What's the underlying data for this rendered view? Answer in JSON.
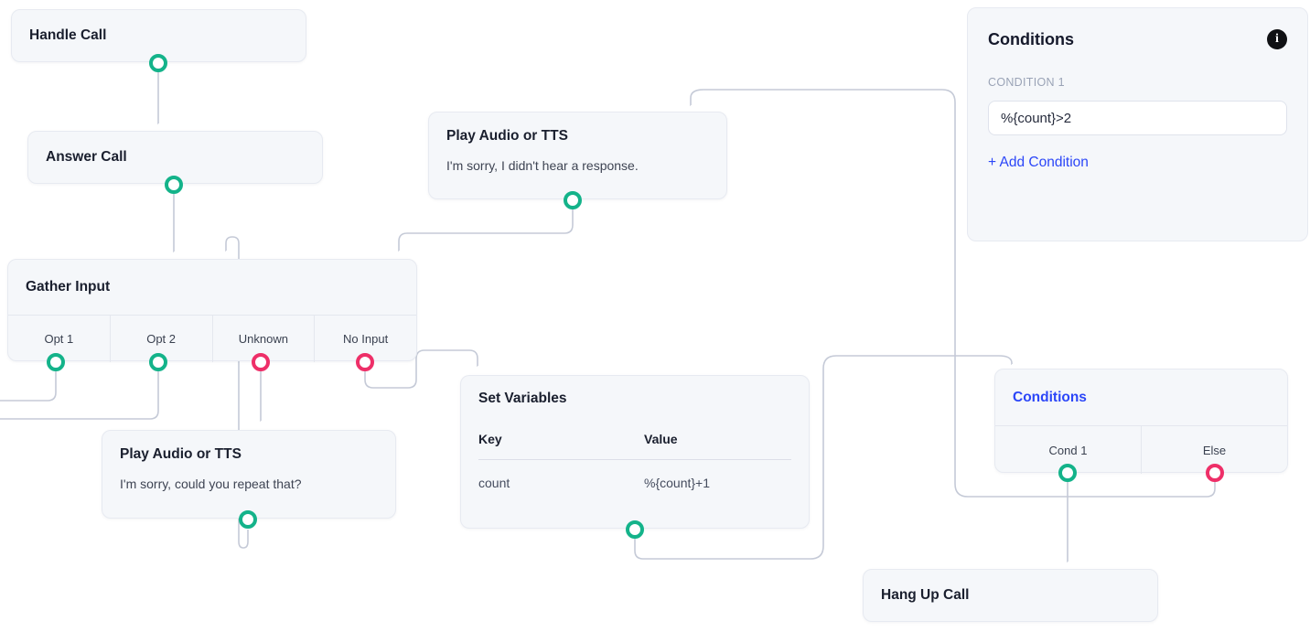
{
  "colors": {
    "accent_green": "#14b38a",
    "accent_pink": "#ee2f68",
    "accent_blue": "#2b46f8",
    "wire": "#c5cad7",
    "node_bg": "#f5f7fa",
    "node_border": "#e7eaf1"
  },
  "nodes": {
    "handle_call": {
      "title": "Handle Call",
      "ports": [
        "green"
      ]
    },
    "answer_call": {
      "title": "Answer Call",
      "ports": [
        "green"
      ]
    },
    "play_audio_top": {
      "title": "Play Audio or TTS",
      "message": "I'm sorry, I didn't hear a response.",
      "ports": [
        "green"
      ]
    },
    "gather_input": {
      "title": "Gather Input",
      "options": [
        {
          "label": "Opt 1",
          "port": "green"
        },
        {
          "label": "Opt 2",
          "port": "green"
        },
        {
          "label": "Unknown",
          "port": "pink"
        },
        {
          "label": "No Input",
          "port": "pink"
        }
      ]
    },
    "play_audio_repeat": {
      "title": "Play Audio or TTS",
      "message": "I'm sorry, could you repeat that?",
      "ports": [
        "green"
      ]
    },
    "set_variables": {
      "title": "Set Variables",
      "key_header": "Key",
      "value_header": "Value",
      "rows": [
        {
          "key": "count",
          "value": "%{count}+1"
        }
      ],
      "ports": [
        "green"
      ]
    },
    "conditions_branch": {
      "title": "Conditions",
      "options": [
        {
          "label": "Cond 1",
          "port": "green"
        },
        {
          "label": "Else",
          "port": "pink"
        }
      ]
    },
    "hang_up_call": {
      "title": "Hang Up Call"
    }
  },
  "panel": {
    "title": "Conditions",
    "info_icon_glyph": "i",
    "condition_label": "CONDITION 1",
    "condition_value": "%{count}>2",
    "add_condition_label": "+ Add Condition"
  }
}
